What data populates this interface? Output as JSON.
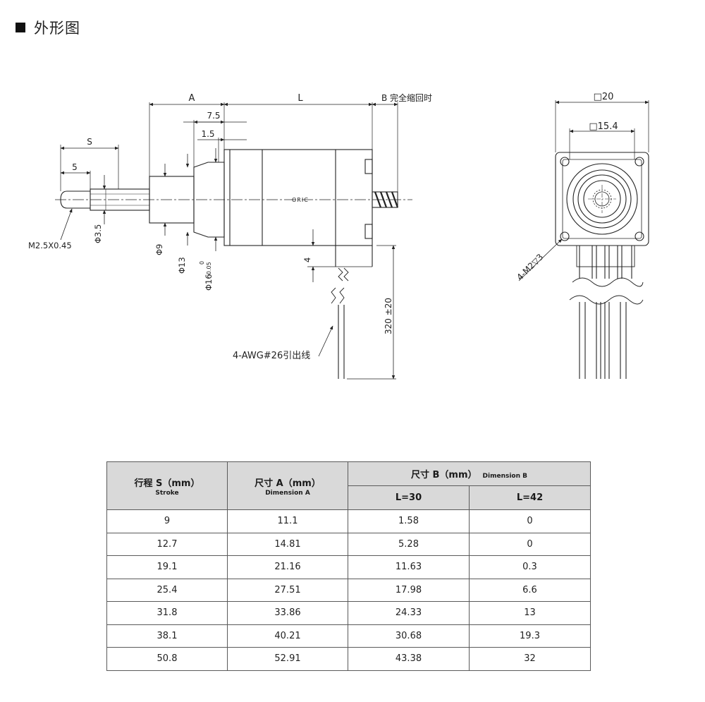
{
  "header": {
    "title": "外形图"
  },
  "side_view": {
    "dim_A": "A",
    "dim_L": "L",
    "dim_B": "B 完全缩回时",
    "dim_7_5": "7.5",
    "dim_1_5": "1.5",
    "dim_S": "S",
    "dim_5": "5",
    "thread": "M2.5X0.45",
    "dia_3_5": "Φ3.5",
    "dia_9": "Φ9",
    "dia_13": "Φ13",
    "dia_16": "Φ16",
    "tol_upper": "0",
    "tol_lower": "-0.05",
    "dim_4": "4",
    "dim_320": "320 ±20",
    "lead_wire": "4-AWG#26引出线",
    "brand": "ORIC"
  },
  "end_view": {
    "outer_sq": "□20",
    "inner_sq": "□15.4",
    "holes": "4-M2▽3"
  },
  "table": {
    "headers": {
      "stroke": "行程 S（mm）",
      "stroke_sub": "Stroke",
      "dimA": "尺寸 A（mm）",
      "dimA_sub": "Dimension A",
      "dimB": "尺寸 B（mm）",
      "dimB_sub": "Dimension B",
      "l30": "L=30",
      "l42": "L=42"
    },
    "rows": [
      [
        "9",
        "11.1",
        "1.58",
        "0"
      ],
      [
        "12.7",
        "14.81",
        "5.28",
        "0"
      ],
      [
        "19.1",
        "21.16",
        "11.63",
        "0.3"
      ],
      [
        "25.4",
        "27.51",
        "17.98",
        "6.6"
      ],
      [
        "31.8",
        "33.86",
        "24.33",
        "13"
      ],
      [
        "38.1",
        "40.21",
        "30.68",
        "19.3"
      ],
      [
        "50.8",
        "52.91",
        "43.38",
        "32"
      ]
    ]
  }
}
